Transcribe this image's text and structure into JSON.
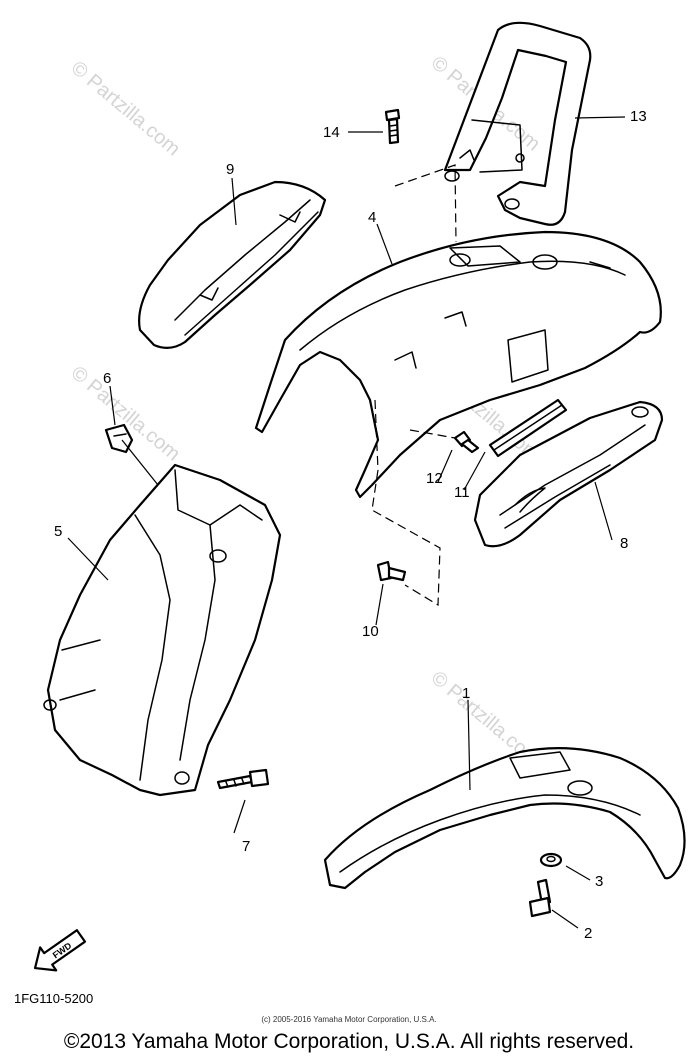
{
  "watermarks": [
    {
      "text": "© Partzilla.com",
      "id": "wm-1"
    },
    {
      "text": "© Partzilla.com",
      "id": "wm-2"
    },
    {
      "text": "© Partzilla.com",
      "id": "wm-3"
    },
    {
      "text": "© Partzilla.com",
      "id": "wm-4"
    },
    {
      "text": "© Partzilla.com",
      "id": "wm-main"
    },
    {
      "text": "© Partzilla.com",
      "id": "wm-6"
    }
  ],
  "callouts": {
    "c1": "1",
    "c2": "2",
    "c3": "3",
    "c4": "4",
    "c5": "5",
    "c6": "6",
    "c7": "7",
    "c8": "8",
    "c9": "9",
    "c10": "10",
    "c11": "11",
    "c12": "12",
    "c13": "13",
    "c14": "14"
  },
  "diagram_code": "1FG110-5200",
  "fwd_label": "FWD",
  "small_copyright": "(c) 2005-2016 Yamaha Motor Corporation, U.S.A.",
  "footer_copyright": "©2013 Yamaha Motor Corporation, U.S.A. All rights reserved."
}
